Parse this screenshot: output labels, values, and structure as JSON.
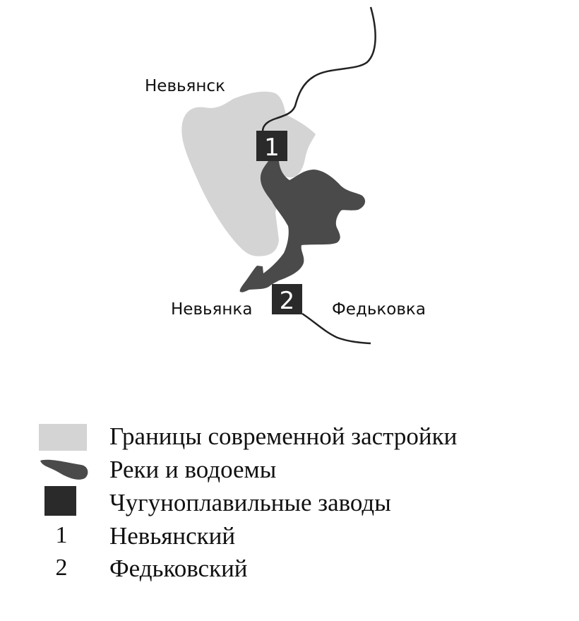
{
  "map": {
    "labels": {
      "town": "Невьянск",
      "river_left": "Невьянка",
      "river_right": "Федьковка"
    },
    "markers": [
      {
        "number": "1"
      },
      {
        "number": "2"
      }
    ]
  },
  "legend": {
    "items": [
      {
        "symbol": "light-gray-area",
        "label": "Границы современной застройки"
      },
      {
        "symbol": "dark-gray-water",
        "label": "Реки и водоемы"
      },
      {
        "symbol": "black-square",
        "label": "Чугуноплавильные заводы"
      },
      {
        "symbol": "number",
        "number": "1",
        "label": "Невьянский"
      },
      {
        "symbol": "number",
        "number": "2",
        "label": "Федьковский"
      }
    ]
  },
  "colors": {
    "urban": "#d4d4d4",
    "water": "#4a4a4a",
    "factory": "#2a2a2a"
  }
}
